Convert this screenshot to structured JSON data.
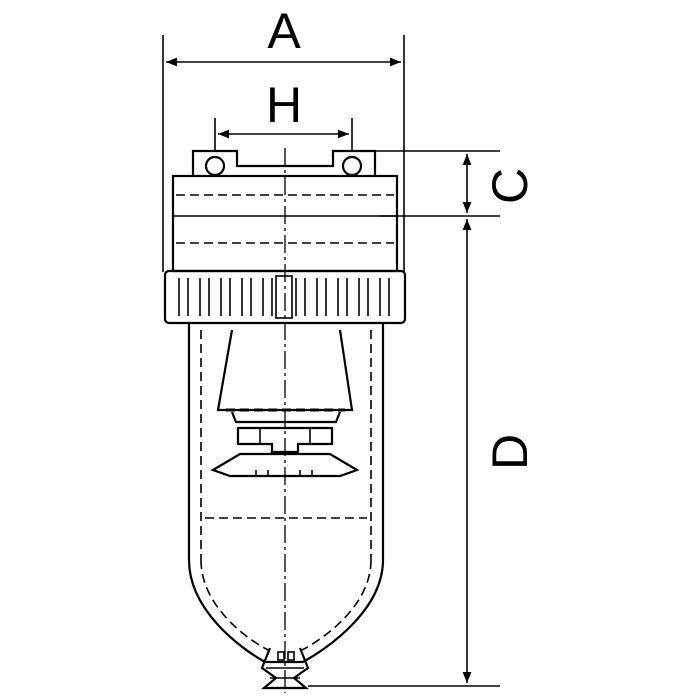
{
  "diagram": {
    "dimension_labels": {
      "a": "A",
      "h": "H",
      "c": "C",
      "d": "D"
    },
    "colors": {
      "line": "#000000",
      "background": "#ffffff"
    }
  }
}
